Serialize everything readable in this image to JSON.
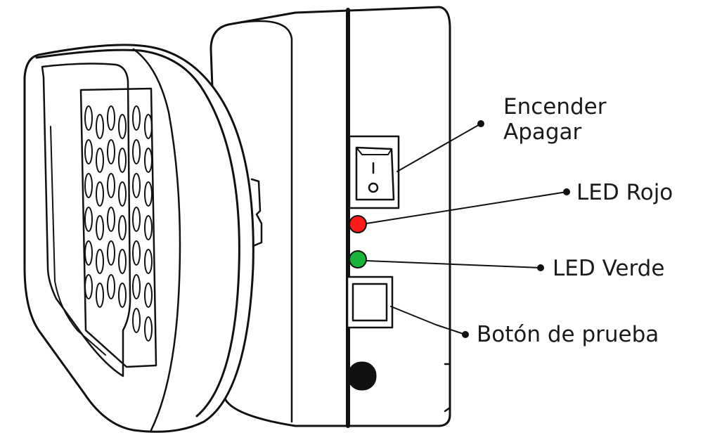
{
  "callouts": {
    "power_line1": "Encender",
    "power_line2": "Apagar",
    "red_led": "LED Rojo",
    "green_led": "LED Verde",
    "test_button": "Botón de prueba"
  },
  "colors": {
    "outline": "#111111",
    "red_led": "#ff1a1a",
    "green_led": "#19b53a",
    "background": "#ffffff"
  }
}
